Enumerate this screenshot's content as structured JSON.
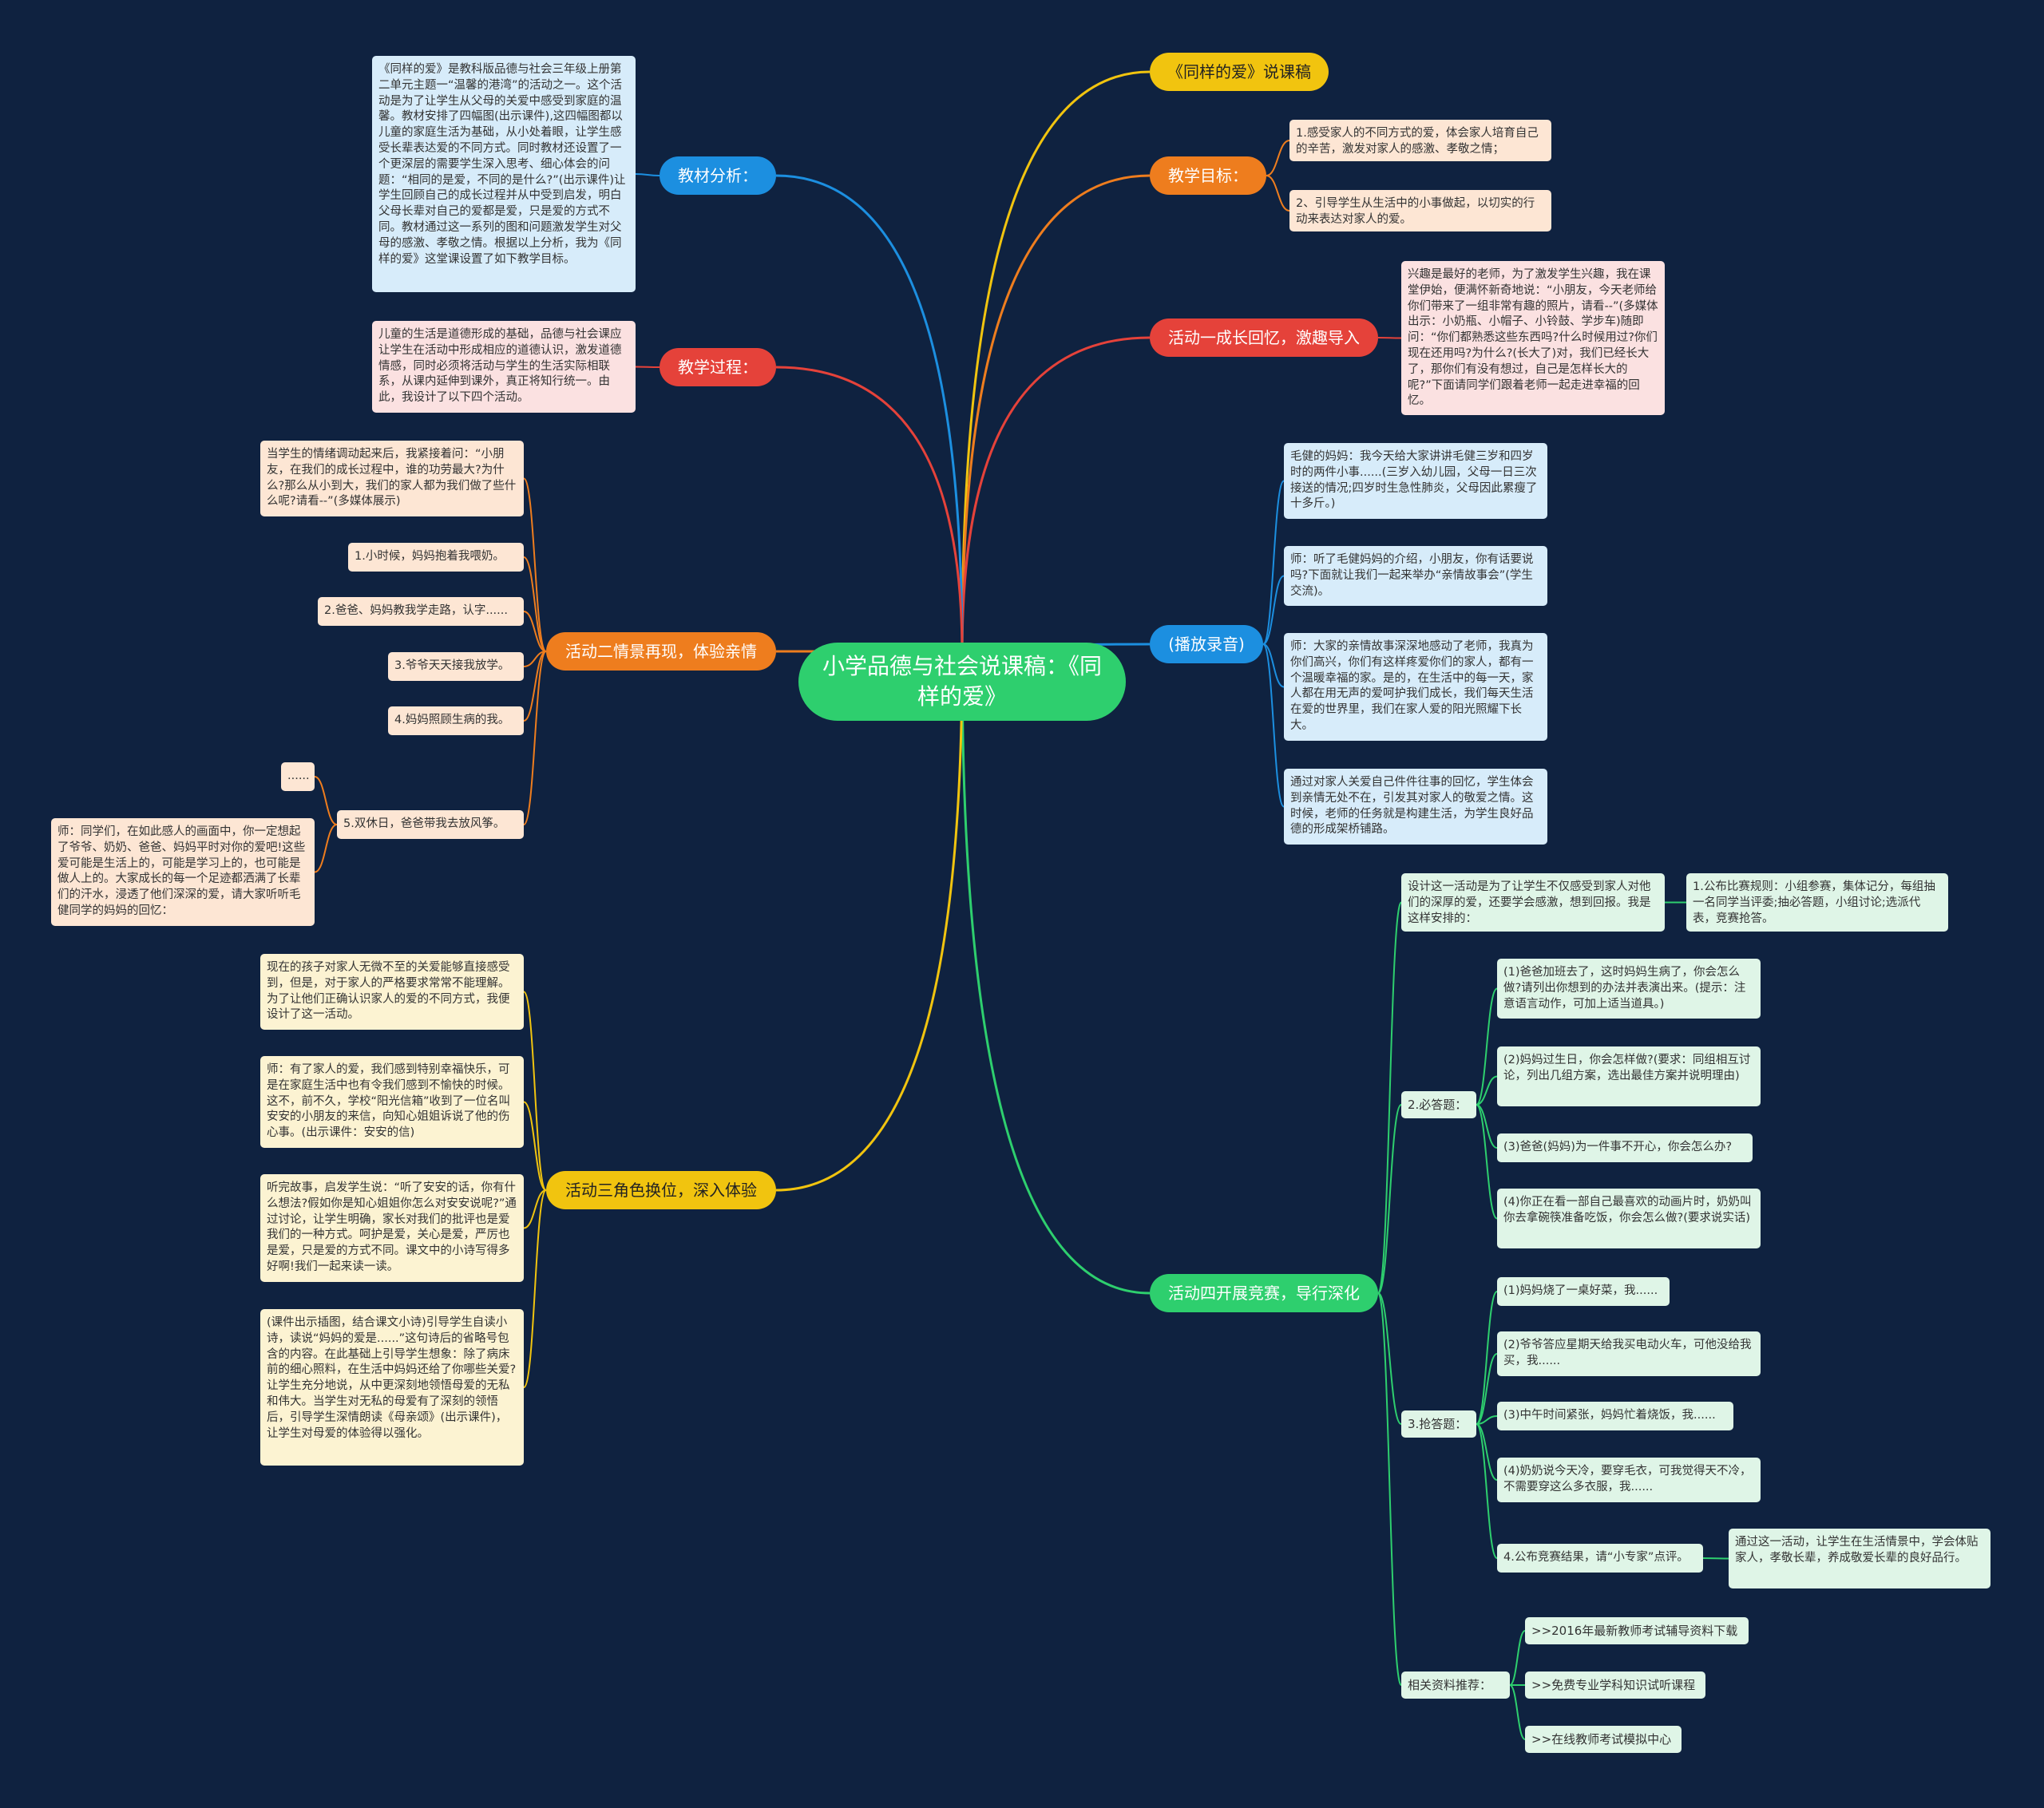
{
  "colors": {
    "background": "#0f2240",
    "center": "#2ecf6e",
    "blue": "#1c8fe0",
    "red": "#e5423a",
    "orange": "#ee7d1e",
    "yellow": "#f1c40f",
    "green": "#2ecf6e"
  },
  "center": {
    "title": "小学品德与社会说课稿：《同样的爱》"
  },
  "branches": {
    "shuokegao": {
      "label": "《同样的爱》说课稿"
    },
    "mubiao": {
      "label": "教学目标：",
      "items": [
        "1.感受家人的不同方式的爱，体会家人培育自己的辛苦，激发对家人的感激、孝敬之情；",
        "2、引导学生从生活中的小事做起，以切实的行动来表达对家人的爱。"
      ]
    },
    "huodong1": {
      "label": "活动一成长回忆，激趣导入",
      "text": "兴趣是最好的老师，为了激发学生兴趣，我在课堂伊始，便满怀新奇地说：“小朋友，今天老师给你们带来了一组非常有趣的照片，请看--”(多媒体出示：小奶瓶、小帽子、小铃鼓、学步车)随即问：“你们都熟悉这些东西吗?什么时候用过?你们现在还用吗?为什么?(长大了)对，我们已经长大了，那你们有没有想过，自己是怎样长大的呢?”下面请同学们跟着老师一起走进幸福的回忆。"
    },
    "bofang": {
      "label": "(播放录音)",
      "items": [
        "毛健的妈妈：我今天给大家讲讲毛健三岁和四岁时的两件小事......(三岁入幼儿园，父母一日三次接送的情况;四岁时生急性肺炎，父母因此累瘦了十多斤。)",
        "师：听了毛健妈妈的介绍，小朋友，你有话要说吗?下面就让我们一起来举办“亲情故事会”(学生交流)。",
        "师：大家的亲情故事深深地感动了老师，我真为你们高兴，你们有这样疼爱你们的家人，都有一个温暖幸福的家。是的，在生活中的每一天，家人都在用无声的爱呵护我们成长，我们每天生活在爱的世界里，我们在家人爱的阳光照耀下长大。",
        "通过对家人关爱自己件件往事的回忆，学生体会到亲情无处不在，引发其对家人的敬爱之情。这时候，老师的任务就是构建生活，为学生良好品德的形成架桥铺路。"
      ]
    },
    "huodong4": {
      "label": "活动四开展竞赛，导行深化",
      "intro": "设计这一活动是为了让学生不仅感受到家人对他们的深厚的爱，还要学会感激，想到回报。我是这样安排的：",
      "rule": "1.公布比赛规则：小组参赛，集体记分，每组抽一名同学当评委;抽必答题，小组讨论;选派代表，竞赛抢答。",
      "bida": {
        "label": "2.必答题：",
        "items": [
          "(1)爸爸加班去了，这时妈妈生病了，你会怎么做?请列出你想到的办法并表演出来。(提示：注意语言动作，可加上适当道具。)",
          "(2)妈妈过生日，你会怎样做?(要求：同组相互讨论，列出几组方案，选出最佳方案并说明理由)",
          "(3)爸爸(妈妈)为一件事不开心，你会怎么办?",
          "(4)你正在看一部自己最喜欢的动画片时，奶奶叫你去拿碗筷准备吃饭，你会怎么做?(要求说实话)"
        ]
      },
      "qiangda": {
        "label": "3.抢答题：",
        "items": [
          "(1)妈妈烧了一桌好菜，我......",
          "(2)爷爷答应星期天给我买电动火车，可他没给我买，我......",
          "(3)中午时间紧张，妈妈忙着烧饭，我......",
          "(4)奶奶说今天冷，要穿毛衣，可我觉得天不冷，不需要穿这么多衣服，我......"
        ],
        "result": "4.公布竞赛结果，请“小专家”点评。",
        "result_note": "通过这一活动，让学生在生活情景中，学会体贴家人，孝敬长辈，养成敬爱长辈的良好品行。"
      },
      "ziliao": {
        "label": "相关资料推荐：",
        "items": [
          ">>2016年最新教师考试辅导资料下载",
          ">>免费专业学科知识试听课程",
          ">>在线教师考试模拟中心"
        ]
      }
    },
    "jiaocai": {
      "label": "教材分析：",
      "text": "《同样的爱》是教科版品德与社会三年级上册第二单元主题一“温馨的港湾”的活动之一。这个活动是为了让学生从父母的关爱中感受到家庭的温馨。教材安排了四幅图(出示课件),这四幅图都以儿童的家庭生活为基础，从小处着眼，让学生感受长辈表达爱的不同方式。同时教材还设置了一个更深层的需要学生深入思考、细心体会的问题：“相同的是爱，不同的是什么?”(出示课件)让学生回顾自己的成长过程并从中受到启发，明白父母长辈对自己的爱都是爱，只是爱的方式不同。教材通过这一系列的图和问题激发学生对父母的感激、孝敬之情。根据以上分析，我为《同样的爱》这堂课设置了如下教学目标。"
    },
    "guocheng": {
      "label": "教学过程：",
      "text": "儿童的生活是道德形成的基础，品德与社会课应让学生在活动中形成相应的道德认识，激发道德情感，同时必须将活动与学生的生活实际相联系，从课内延伸到课外，真正将知行统一。由此，我设计了以下四个活动。"
    },
    "huodong2": {
      "label": "活动二情景再现，体验亲情",
      "intro": "当学生的情绪调动起来后，我紧接着问：“小朋友，在我们的成长过程中，谁的功劳最大?为什么?那么从小到大，我们的家人都为我们做了些什么呢?请看--”(多媒体展示)",
      "items": [
        "1.小时候，妈妈抱着我喂奶。",
        "2.爸爸、妈妈教我学走路，认字......",
        "3.爷爷天天接我放学。",
        "4.妈妈照顾生病的我。",
        "5.双休日，爸爸带我去放风筝。"
      ],
      "ellipsis": "......",
      "note": "师：同学们，在如此感人的画面中，你一定想起了爷爷、奶奶、爸爸、妈妈平时对你的爱吧!这些爱可能是生活上的，可能是学习上的，也可能是做人上的。大家成长的每一个足迹都洒满了长辈们的汗水，浸透了他们深深的爱，请大家听听毛健同学的妈妈的回忆："
    },
    "huodong3": {
      "label": "活动三角色换位，深入体验",
      "items": [
        "现在的孩子对家人无微不至的关爱能够直接感受到，但是，对于家人的严格要求常常不能理解。为了让他们正确认识家人的爱的不同方式，我便设计了这一活动。",
        "师：有了家人的爱，我们感到特别幸福快乐，可是在家庭生活中也有令我们感到不愉快的时候。这不，前不久，学校“阳光信箱”收到了一位名叫安安的小朋友的来信，向知心姐姐诉说了他的伤心事。(出示课件：安安的信)",
        "听完故事，启发学生说：“听了安安的话，你有什么想法?假如你是知心姐姐你怎么对安安说呢?”通过讨论，让学生明确，家长对我们的批评也是爱我们的一种方式。呵护是爱，关心是爱，严厉也是爱，只是爱的方式不同。课文中的小诗写得多好啊!我们一起来读一读。",
        "(课件出示插图，结合课文小诗)引导学生自读小诗，读说“妈妈的爱是......”这句诗后的省略号包含的内容。在此基础上引导学生想象：除了病床前的细心照料，在生活中妈妈还给了你哪些关爱?让学生充分地说，从中更深刻地领悟母爱的无私和伟大。当学生对无私的母爱有了深刻的领悟后，引导学生深情朗读《母亲颂》(出示课件)，让学生对母爱的体验得以强化。"
      ]
    }
  }
}
